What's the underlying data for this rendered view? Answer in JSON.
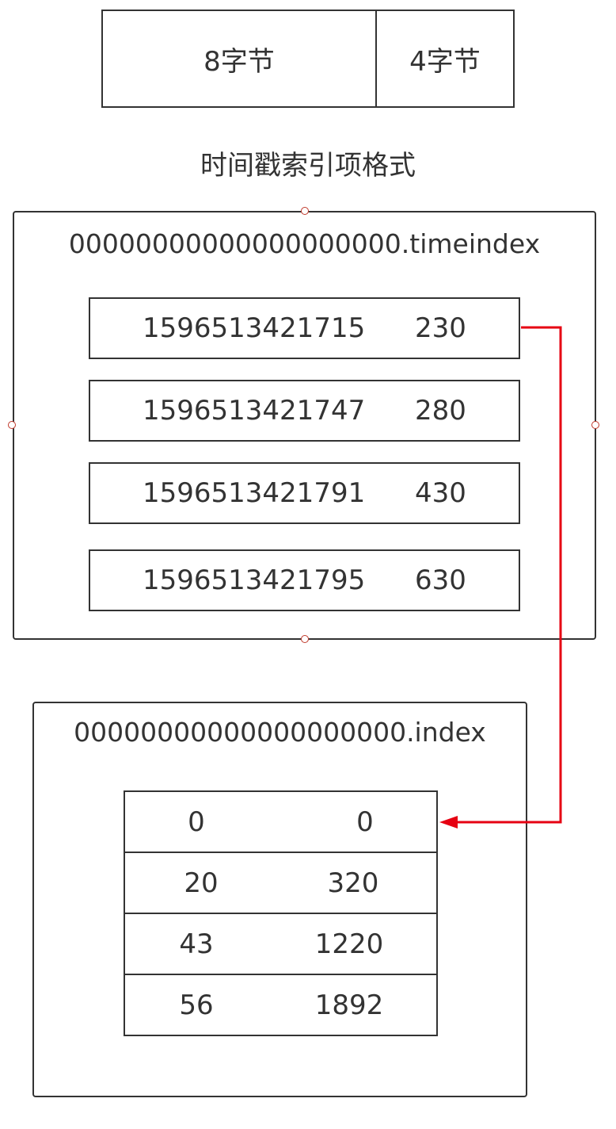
{
  "format": {
    "cells": [
      {
        "label": "8字节"
      },
      {
        "label": "4字节"
      }
    ],
    "caption": "时间戳索引项格式"
  },
  "timeindex": {
    "filename": "00000000000000000000.timeindex",
    "entries": [
      {
        "timestamp": "1596513421715",
        "offset": "230"
      },
      {
        "timestamp": "1596513421747",
        "offset": "280"
      },
      {
        "timestamp": "1596513421791",
        "offset": "430"
      },
      {
        "timestamp": "1596513421795",
        "offset": "630"
      }
    ]
  },
  "index": {
    "filename": "00000000000000000000.index",
    "entries": [
      {
        "offset": "0",
        "position": "0"
      },
      {
        "offset": "20",
        "position": "320"
      },
      {
        "offset": "43",
        "position": "1220"
      },
      {
        "offset": "56",
        "position": "1892"
      }
    ]
  },
  "colors": {
    "border": "#333333",
    "arrow": "#e60012",
    "handle": "#c0392b"
  }
}
